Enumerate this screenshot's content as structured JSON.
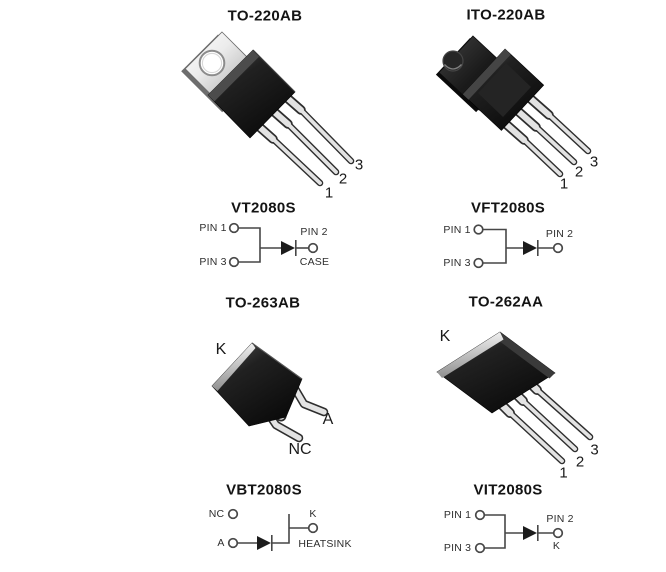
{
  "figures": [
    {
      "id": "to220ab",
      "package_title": "TO-220AB",
      "part_title": "VT2080S",
      "pin_numbers": [
        "1",
        "2",
        "3"
      ],
      "schematic_labels": {
        "pin1": "PIN 1",
        "pin3": "PIN 3",
        "pin2": "PIN 2",
        "case": "CASE"
      }
    },
    {
      "id": "ito220ab",
      "package_title": "ITO-220AB",
      "part_title": "VFT2080S",
      "pin_numbers": [
        "1",
        "2",
        "3"
      ],
      "schematic_labels": {
        "pin1": "PIN 1",
        "pin3": "PIN 3",
        "pin2": "PIN 2"
      }
    },
    {
      "id": "to263ab",
      "package_title": "TO-263AB",
      "part_title": "VBT2080S",
      "package_labels": {
        "k": "K",
        "a": "A",
        "nc": "NC"
      },
      "schematic_labels": {
        "nc": "NC",
        "a": "A",
        "k": "K",
        "heatsink": "HEATSINK"
      }
    },
    {
      "id": "to262aa",
      "package_title": "TO-262AA",
      "part_title": "VIT2080S",
      "package_labels": {
        "k": "K"
      },
      "pin_numbers": [
        "1",
        "2",
        "3"
      ],
      "schematic_labels": {
        "pin1": "PIN 1",
        "pin3": "PIN 3",
        "pin2": "PIN 2",
        "k": "K"
      }
    }
  ],
  "colors": {
    "background": "#ffffff",
    "title_text": "#141414",
    "label_text": "#2e2e2e",
    "schematic_line": "#474747",
    "package_body": "#1a1a1a",
    "metal_tab": "#d9d9d9",
    "lead": "#e3e3e3"
  }
}
